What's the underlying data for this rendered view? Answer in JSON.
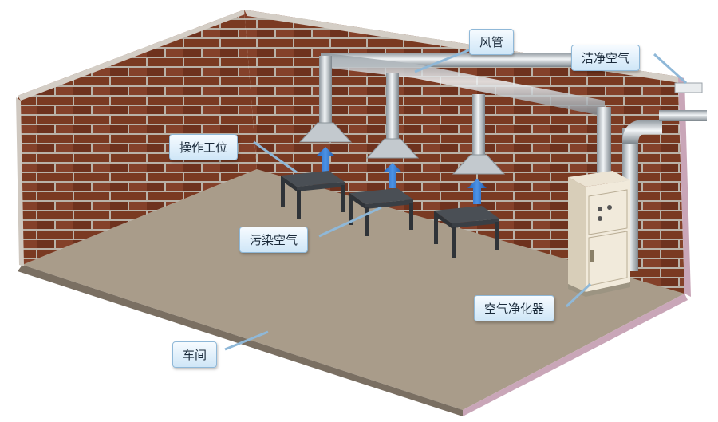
{
  "labels": {
    "duct": "风管",
    "clean_air": "洁净空气",
    "workstation": "操作工位",
    "polluted_air": "污染空气",
    "purifier": "空气净化器",
    "workshop": "车间"
  }
}
